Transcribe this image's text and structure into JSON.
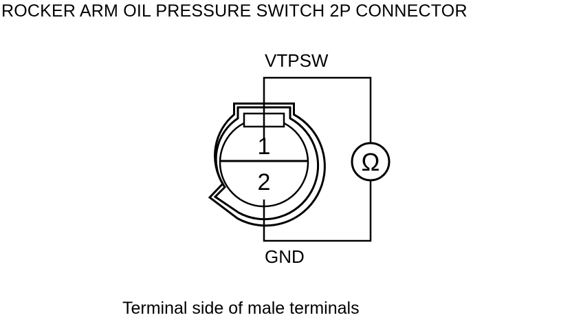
{
  "title": "ROCKER ARM OIL PRESSURE SWITCH 2P CONNECTOR",
  "caption": "Terminal side of male terminals",
  "labels": {
    "top_wire": "VTPSW",
    "bottom_wire": "GND",
    "terminal_1": "1",
    "terminal_2": "2",
    "meter_symbol": "Ω"
  },
  "colors": {
    "ink": "#000000",
    "background": "#ffffff"
  },
  "icons": {
    "meter": "ohmmeter-icon",
    "connector": "connector-icon"
  }
}
